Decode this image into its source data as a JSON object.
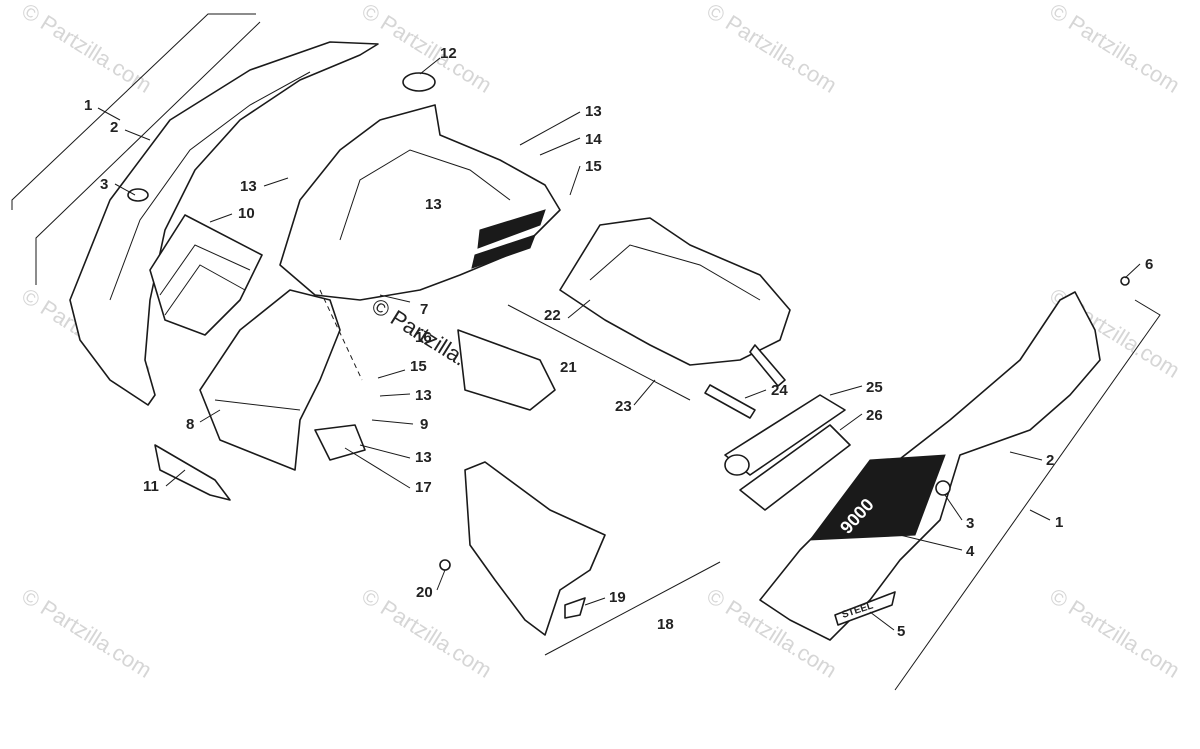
{
  "watermark": {
    "text": "© Partzilla.com",
    "center_text": "© Partzilla.com"
  },
  "decals": {
    "model_number": "9000",
    "brand_badge": "STEEL"
  },
  "callouts": [
    "1",
    "2",
    "3",
    "10",
    "12",
    "13",
    "14",
    "15",
    "13",
    "13",
    "7",
    "16",
    "15",
    "13",
    "9",
    "13",
    "17",
    "8",
    "11",
    "22",
    "21",
    "23",
    "24",
    "25",
    "26",
    "6",
    "2",
    "3",
    "4",
    "5",
    "1",
    "20",
    "19",
    "18"
  ],
  "colors": {
    "line": "#1a1a1a",
    "watermark": "#d6d6d6",
    "background": "#ffffff"
  }
}
